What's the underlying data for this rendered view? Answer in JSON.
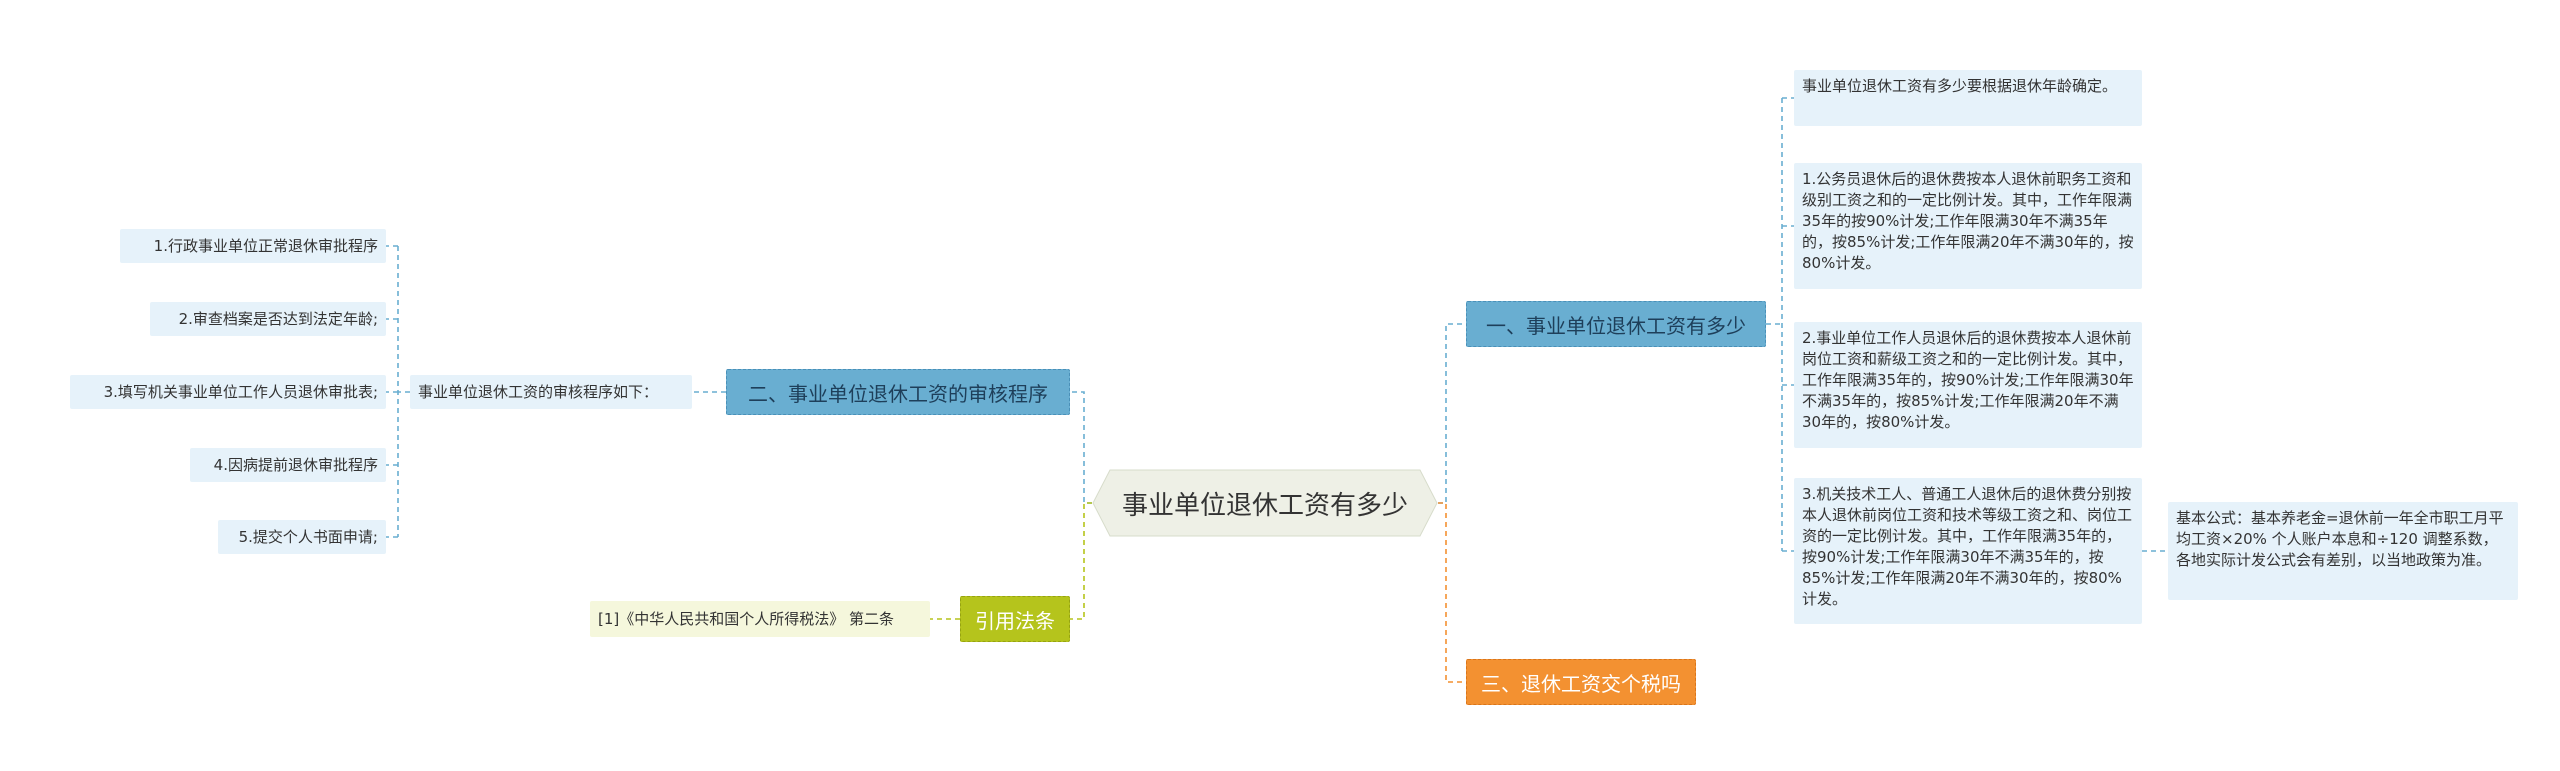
{
  "title": "事业单位退休工资有多少",
  "branches": {
    "b1": {
      "label": "一、事业单位退休工资有多少",
      "items": [
        "事业单位退休工资有多少要根据退休年龄确定。",
        "1.公务员退休后的退休费按本人退休前职务工资和级别工资之和的一定比例计发。其中，工作年限满35年的按90%计发;工作年限满30年不满35年的，按85%计发;工作年限满20年不满30年的，按80%计发。",
        "2.事业单位工作人员退休后的退休费按本人退休前岗位工资和薪级工资之和的一定比例计发。其中，工作年限满35年的，按90%计发;工作年限满30年不满35年的，按85%计发;工作年限满20年不满30年的，按80%计发。",
        "3.机关技术工人、普通工人退休后的退休费分别按本人退休前岗位工资和技术等级工资之和、岗位工资的一定比例计发。其中，工作年限满35年的，按90%计发;工作年限满30年不满35年的，按85%计发;工作年限满20年不满30年的，按80%计发。"
      ],
      "formula": "基本公式：基本养老金=退休前一年全市职工月平均工资×20% 个人账户本息和÷120 调整系数，各地实际计发公式会有差别，以当地政策为准。"
    },
    "b2": {
      "label": "二、事业单位退休工资的审核程序",
      "intro": "事业单位退休工资的审核程序如下：",
      "steps": [
        "1.行政事业单位正常退休审批程序",
        "2.审查档案是否达到法定年龄;",
        "3.填写机关事业单位工作人员退休审批表;",
        "4.因病提前退休审批程序",
        "5.提交个人书面申请;"
      ]
    },
    "b3": {
      "label": "三、退休工资交个税吗"
    },
    "law": {
      "label": "引用法条",
      "ref": "[1]《中华人民共和国个人所得税法》 第二条"
    }
  },
  "colors": {
    "blue": "#69aed1",
    "orange": "#f39131",
    "green": "#b5c41c",
    "leaf": "#e6f2fa",
    "center": "#eef0e6"
  }
}
